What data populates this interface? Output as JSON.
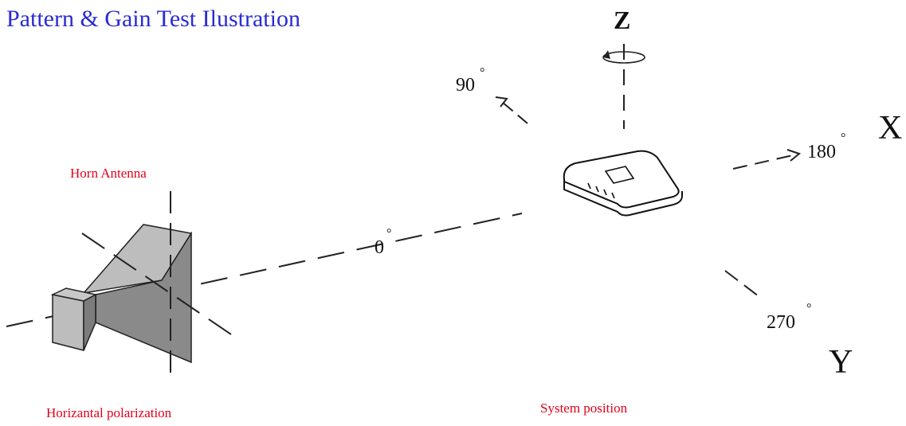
{
  "title": "Pattern & Gain Test Ilustration",
  "labels": {
    "horn_antenna": "Horn Antenna",
    "polarization": "Horizantal polarization",
    "system_position": "System position"
  },
  "axes": {
    "z": "Z",
    "x": "X",
    "y": "Y"
  },
  "angles": {
    "a0": "0",
    "a90": "90",
    "a180": "180",
    "a270": "270",
    "degree_symbol": "°"
  },
  "colors": {
    "title": "#2b2bd3",
    "label_red": "#e0001a",
    "horn_light": "#bdbdbd",
    "horn_dark": "#8a8a8a"
  },
  "icons": {
    "horn": "horn-antenna-icon",
    "device": "device-under-test-icon",
    "rotation": "rotation-arrow-icon"
  }
}
